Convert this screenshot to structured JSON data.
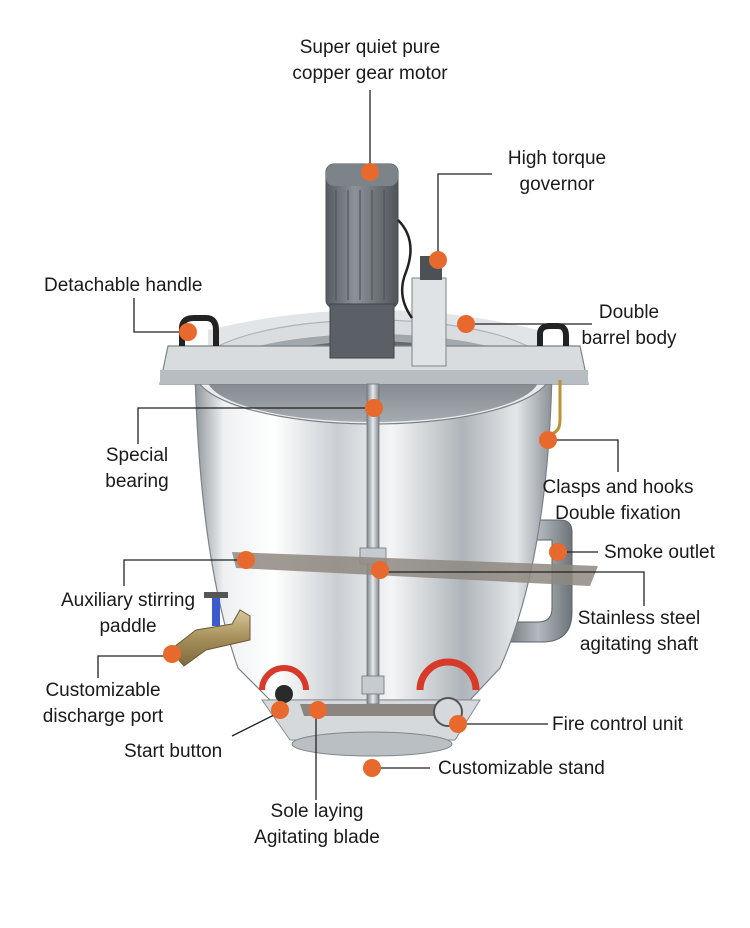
{
  "colors": {
    "marker": "#e8692e",
    "leader": "#222222",
    "steel_light": "#eef0f2",
    "steel_mid": "#c6cbcf",
    "steel_dark": "#7d848a",
    "motor": "#6f767b",
    "pipe": "#8a9096"
  },
  "icons": {
    "marker": "callout-dot-icon",
    "handle": "handle-icon",
    "valve": "valve-icon",
    "dial": "dial-icon"
  },
  "labels": {
    "motor": {
      "line1": "Super quiet pure",
      "line2": "copper gear motor"
    },
    "governor": {
      "line1": "High torque",
      "line2": "governor"
    },
    "handle": {
      "line1": "Detachable handle"
    },
    "barrel": {
      "line1": "Double",
      "line2": "barrel body"
    },
    "bearing": {
      "line1": "Special",
      "line2": "bearing"
    },
    "clasps": {
      "line1": "Clasps and hooks",
      "line2": "Double fixation"
    },
    "smoke": {
      "line1": "Smoke outlet"
    },
    "paddle": {
      "line1": "Auxiliary stirring",
      "line2": "paddle"
    },
    "shaft": {
      "line1": "Stainless steel",
      "line2": "agitating shaft"
    },
    "discharge": {
      "line1": "Customizable",
      "line2": "discharge port"
    },
    "fire": {
      "line1": "Fire control unit"
    },
    "start": {
      "line1": "Start button"
    },
    "stand": {
      "line1": "Customizable stand"
    },
    "blade": {
      "line1": "Sole laying",
      "line2": "Agitating blade"
    }
  }
}
